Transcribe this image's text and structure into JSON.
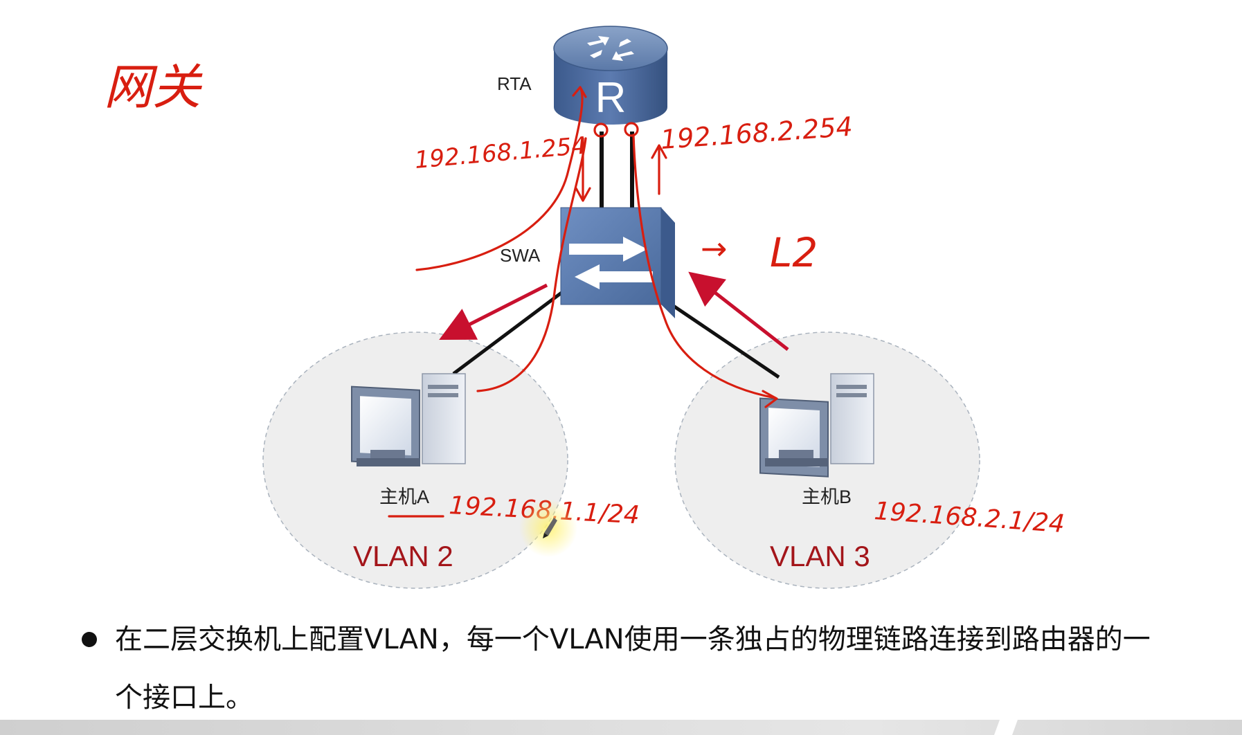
{
  "nodes": {
    "router": {
      "label": "RTA",
      "icon": "router-icon"
    },
    "switch": {
      "label": "SWA",
      "icon": "switch-icon"
    },
    "host_a": {
      "label": "主机A",
      "icon": "computer-icon"
    },
    "host_b": {
      "label": "主机B",
      "icon": "computer-icon"
    }
  },
  "vlans": [
    {
      "label": "VLAN 2"
    },
    {
      "label": "VLAN 3"
    }
  ],
  "annotations": {
    "gateway": "网关",
    "gw_vlan2": "192.168.1.254",
    "gw_vlan3": "192.168.2.254",
    "layer2": "L2",
    "layer2_arrow": "→",
    "host_a_ip": "192.168.1.1/24",
    "host_b_ip": "192.168.2.1/24"
  },
  "bullet": {
    "text": "在二层交换机上配置VLAN，每一个VLAN使用一条独占的物理链路连接到路由器的一个接口上。"
  },
  "colors": {
    "annotation_red": "#d81e10",
    "vlan_label": "#a3151a",
    "device_blue": "#4a6a9c"
  }
}
